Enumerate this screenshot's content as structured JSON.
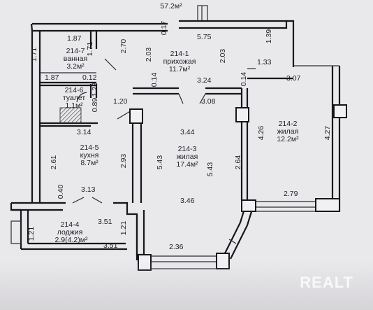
{
  "plan": {
    "top_area": "57.2м²",
    "rooms": {
      "r2147": {
        "num": "214-7",
        "name": "ванная",
        "area": "3.2м²"
      },
      "r2146": {
        "num": "214-6",
        "name": "туалет",
        "area": "1.1м²"
      },
      "r2141": {
        "num": "214-1",
        "name": "прихожая",
        "area": "11.7м²"
      },
      "r2145": {
        "num": "214-5",
        "name": "кухня",
        "area": "8.7м²"
      },
      "r2143": {
        "num": "214-3",
        "name": "жилая",
        "area": "17.4м²"
      },
      "r2142": {
        "num": "214-2",
        "name": "жилая",
        "area": "12.2м²"
      },
      "r2144": {
        "num": "214-4",
        "name": "лоджия",
        "area": "2.9(4.2)м²"
      }
    },
    "dims": {
      "d187a": "1.87",
      "d171a": "1.71",
      "d171b": "1.71",
      "d270": "2.70",
      "d017": "0.17",
      "d575": "5.75",
      "d203a": "2.03",
      "d203b": "2.03",
      "d139": "1.39",
      "d133": "1.33",
      "d307": "3.07",
      "d187b": "1.87",
      "d012": "0.12",
      "d014a": "0.14",
      "d014b": "0.14",
      "d324": "3.24",
      "d128": "1.28",
      "d089": "0.89",
      "d120": "1.20",
      "d308": "3.08",
      "d314": "3.14",
      "d344": "3.44",
      "d426": "4.26",
      "d427": "4.27",
      "d261": "2.61",
      "d293": "2.93",
      "d543a": "5.43",
      "d543b": "5.43",
      "d264": "2.64",
      "d040": "0.40",
      "d313": "3.13",
      "d279": "2.79",
      "d346": "3.46",
      "d351a": "3.51",
      "d121a": "1.21",
      "d121b": "1.21",
      "d351b": "3.51",
      "d236": "2.36"
    }
  },
  "watermark": "REALT",
  "colors": {
    "background": "#e9e8eb",
    "wall": "#16161b"
  }
}
